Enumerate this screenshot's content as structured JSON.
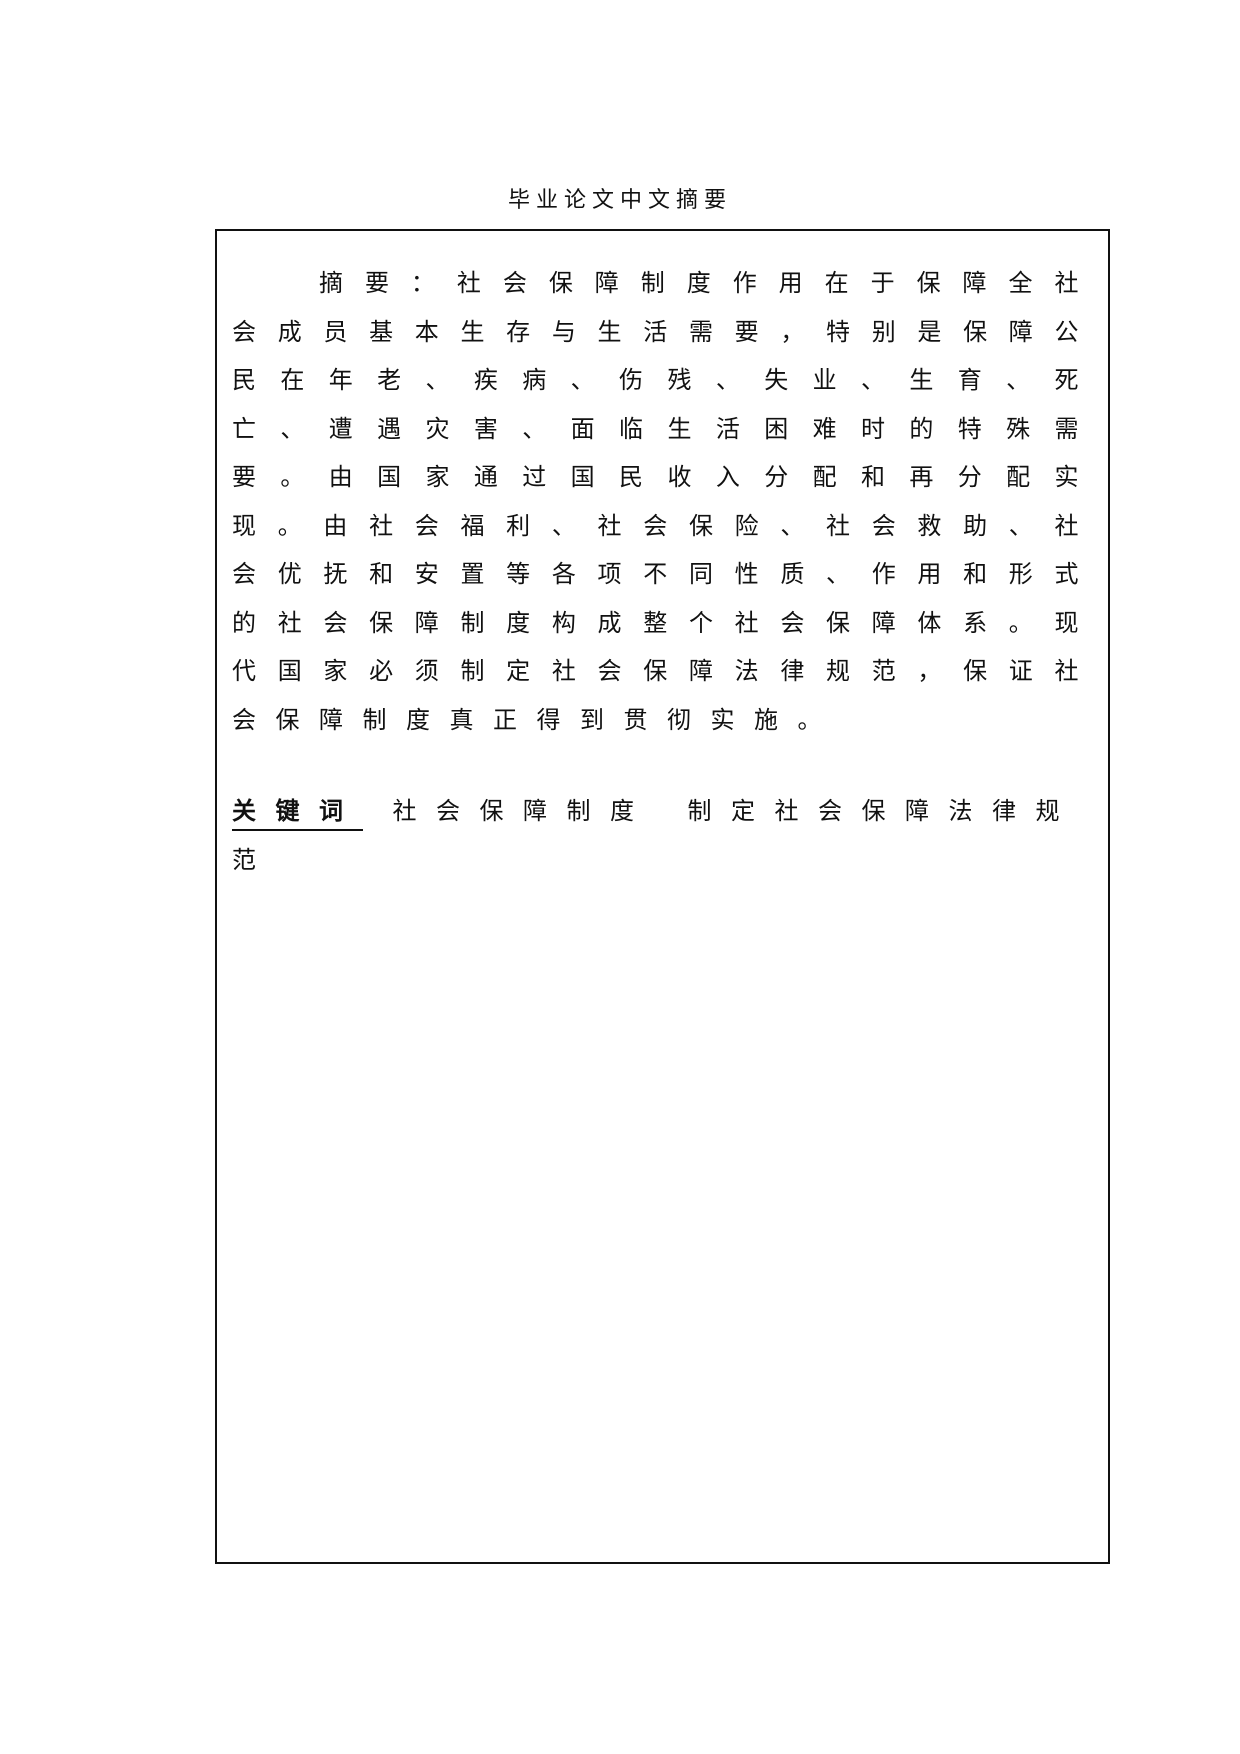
{
  "page_title": "毕业论文中文摘要",
  "abstract": {
    "label": "摘要：",
    "text": "社会保障制度作用在于保障全社会成员基本生存与生活需要，特别是保障公民在年老、疾病、伤残、失业、生育、死亡、遭遇灾害、面临生活困难时的特殊需要。由国家通过国民收入分配和再分配实现。由社会福利、社会保险、社会救助、社会优抚和安置等各项不同性质、作用和形式的社会保障制度构成整个社会保障体系。现代国家必须制定社会保障法律规范，保证社会保障制度真正得到贯彻实施。"
  },
  "keywords": {
    "label": "关键词",
    "items": [
      "社会保障制度",
      "制定社会保障法律规范"
    ]
  }
}
